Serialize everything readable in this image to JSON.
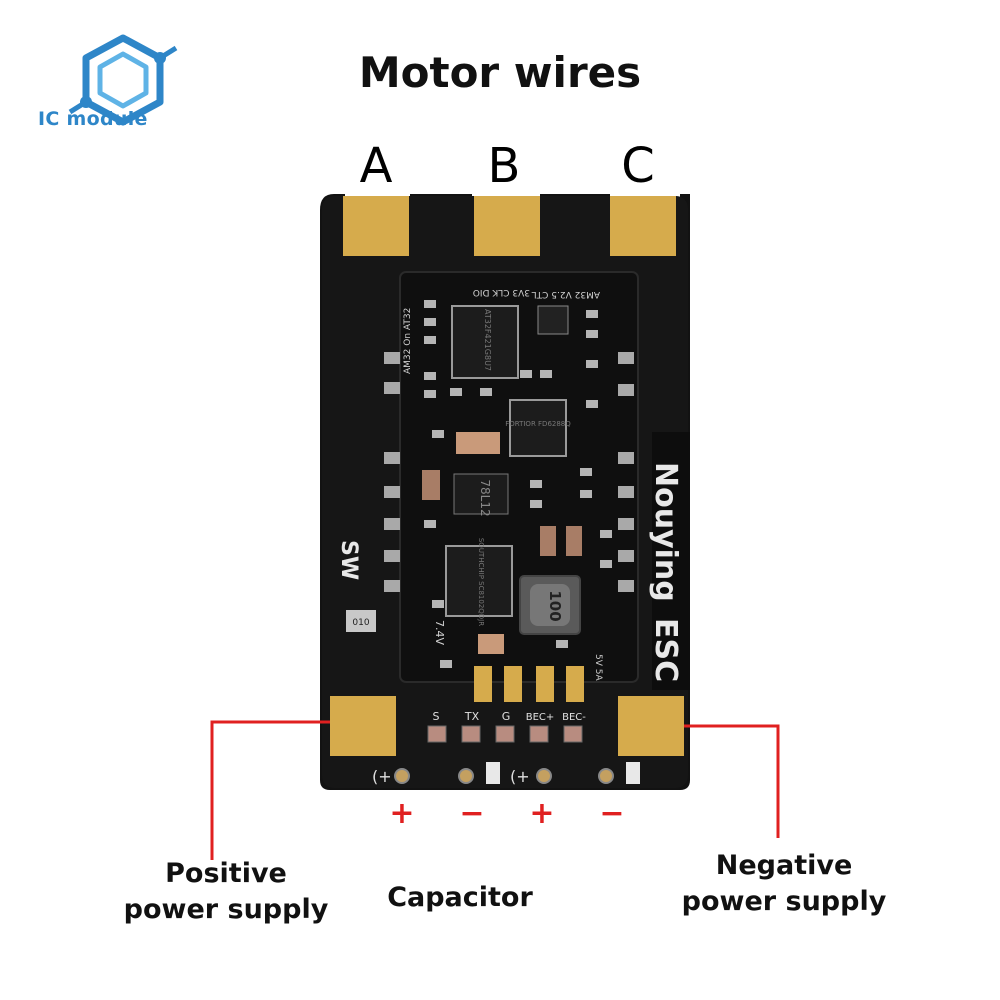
{
  "logo": {
    "text": "IC module",
    "icon": "hexagon-circuit-icon",
    "color": "#2e86c8"
  },
  "title": "Motor wires",
  "phases": [
    "A",
    "B",
    "C"
  ],
  "board": {
    "brand": "Nouying",
    "product": "ESC",
    "sw_label": "SW",
    "mark_top": "AM32 V2.5 CTL",
    "mark_side": "AM32 On AT32",
    "pins_top": "3V3   CLK   DIO",
    "chip1": "AT32F421G8U7",
    "chip2": "FORTIOR FD6288Q",
    "chip3": "SOUTHCHIP SC8102QDJR",
    "regulator": "78L12",
    "inductor": "100",
    "cap_label": "010",
    "voltage": "7.4V",
    "bec_rating": "5V 5A",
    "pin_labels": [
      "S",
      "TX",
      "G",
      "BEC+",
      "BEC-"
    ],
    "cap_marks": [
      "(+",
      "(+"
    ]
  },
  "signs": [
    "+",
    "−",
    "+",
    "−"
  ],
  "labels": {
    "positive": "Positive\npower supply",
    "capacitor": "Capacitor",
    "negative": "Negative\npower supply"
  },
  "colors": {
    "pcb": "#111111",
    "pad": "#d4a94a",
    "callout": "#e02020"
  }
}
